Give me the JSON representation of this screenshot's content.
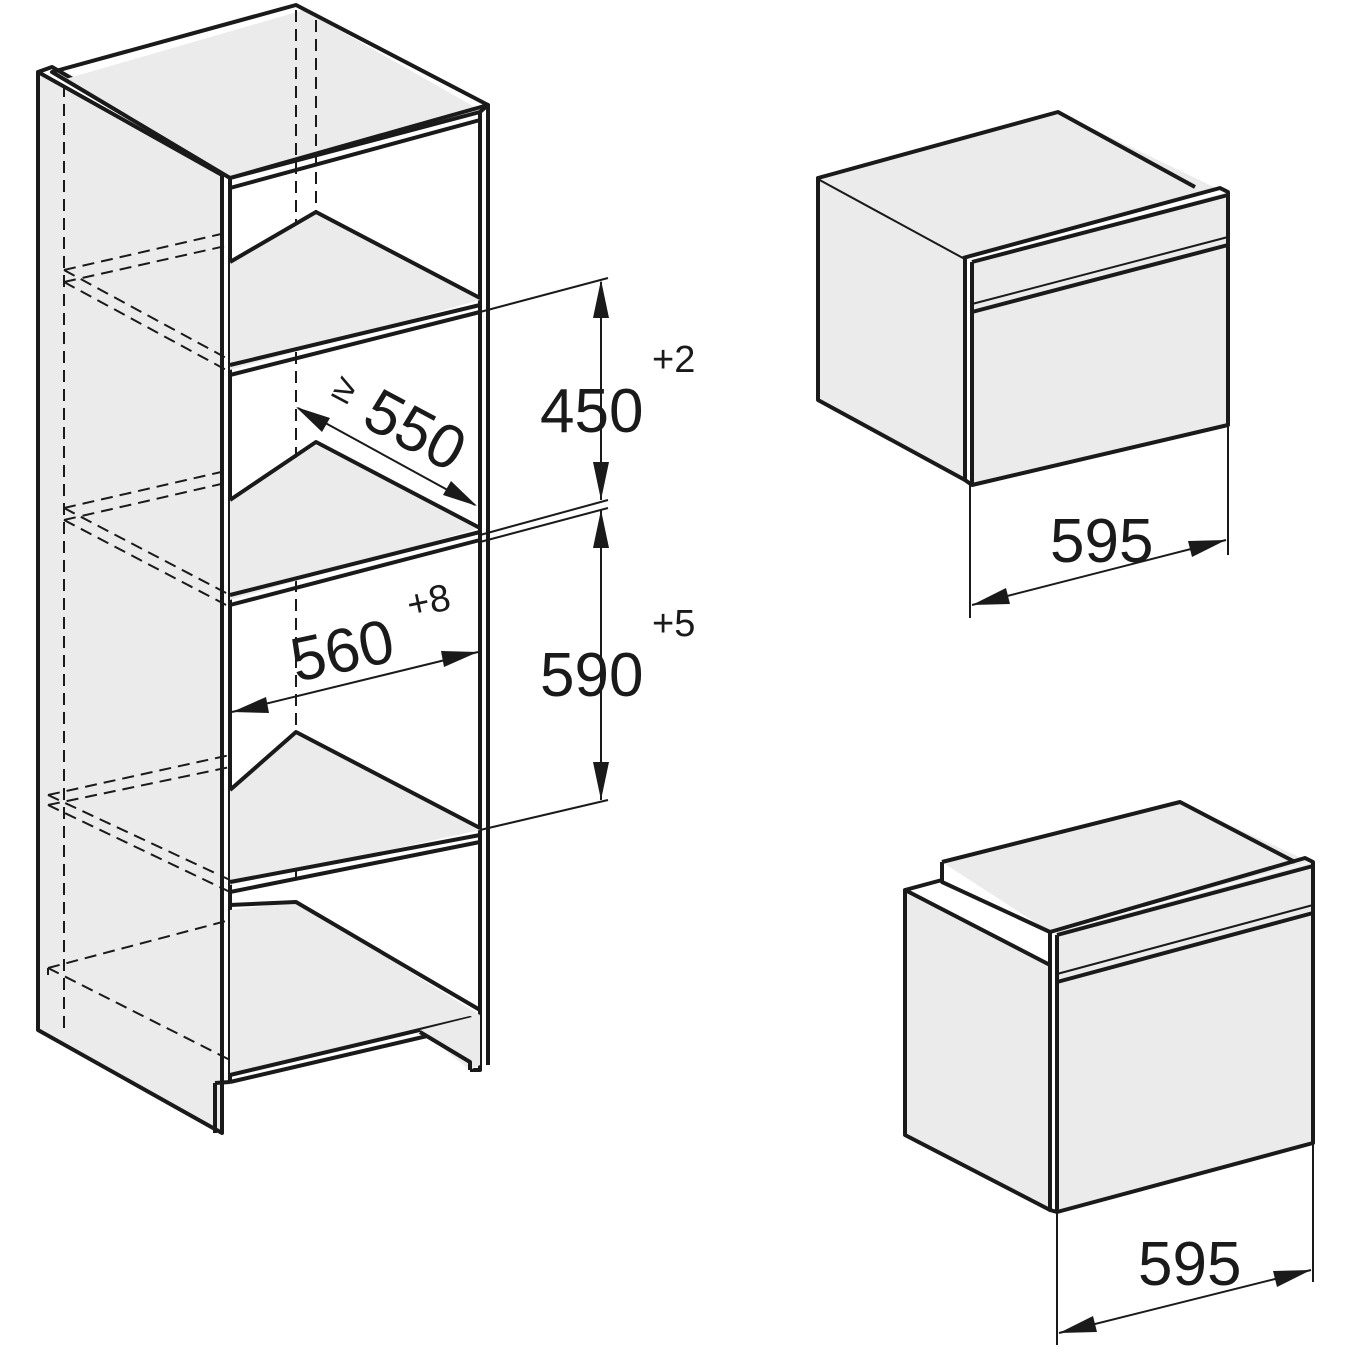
{
  "dimensions": {
    "niche_height_top": {
      "value": "450",
      "tolerance": "+2"
    },
    "niche_height_bottom": {
      "value": "590",
      "tolerance": "+5"
    },
    "niche_depth": {
      "prefix": "≥",
      "value": "550"
    },
    "niche_width": {
      "value": "560",
      "tolerance": "+8"
    },
    "compact_appliance_width": {
      "value": "595"
    },
    "oven_appliance_width": {
      "value": "595"
    }
  },
  "colors": {
    "line": "#1a1a1a",
    "surface": "#ebebeb",
    "background": "#ffffff"
  }
}
